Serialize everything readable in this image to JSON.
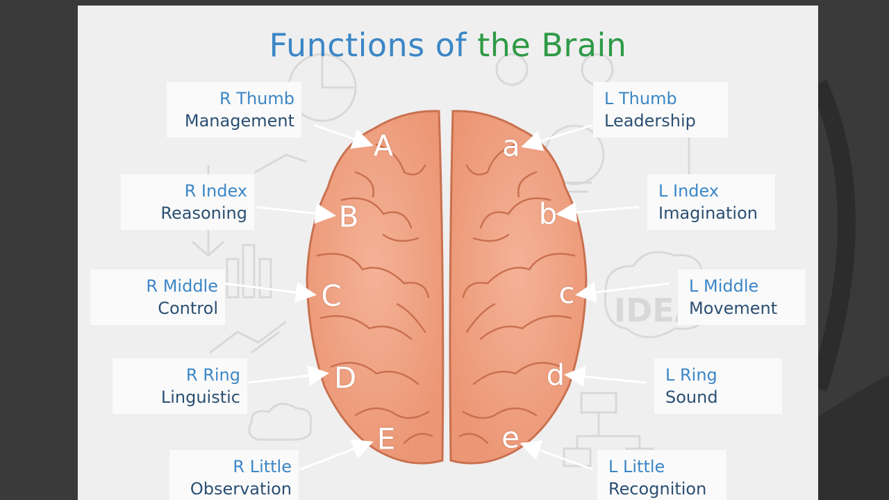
{
  "title": {
    "part1": "Functions of",
    "part2": "the Brain"
  },
  "labels": [
    {
      "id": "r-thumb",
      "line1": "R Thumb",
      "line2": "Management",
      "letter": "A"
    },
    {
      "id": "r-index",
      "line1": "R Index",
      "line2": "Reasoning",
      "letter": "B"
    },
    {
      "id": "r-middle",
      "line1": "R Middle",
      "line2": "Control",
      "letter": "C"
    },
    {
      "id": "r-ring",
      "line1": "R Ring",
      "line2": "Linguistic",
      "letter": "D"
    },
    {
      "id": "r-little",
      "line1": "R Little",
      "line2": "Observation",
      "letter": "E"
    },
    {
      "id": "l-thumb",
      "line1": "L Thumb",
      "line2": "Leadership",
      "letter": "a"
    },
    {
      "id": "l-index",
      "line1": "L Index",
      "line2": "Imagination",
      "letter": "b"
    },
    {
      "id": "l-middle",
      "line1": "L Middle",
      "line2": "Movement",
      "letter": "c"
    },
    {
      "id": "l-ring",
      "line1": "L Ring",
      "line2": "Sound",
      "letter": "d"
    },
    {
      "id": "l-little",
      "line1": "L Little",
      "line2": "Recognition",
      "letter": "e"
    }
  ],
  "background_doodle_text": "IDEA",
  "colors": {
    "title_blue": "#3b86c6",
    "title_green": "#2e9a46",
    "brain": "#f0a282",
    "brain_outline": "#c9704f",
    "label_dark": "#2b4f73"
  }
}
